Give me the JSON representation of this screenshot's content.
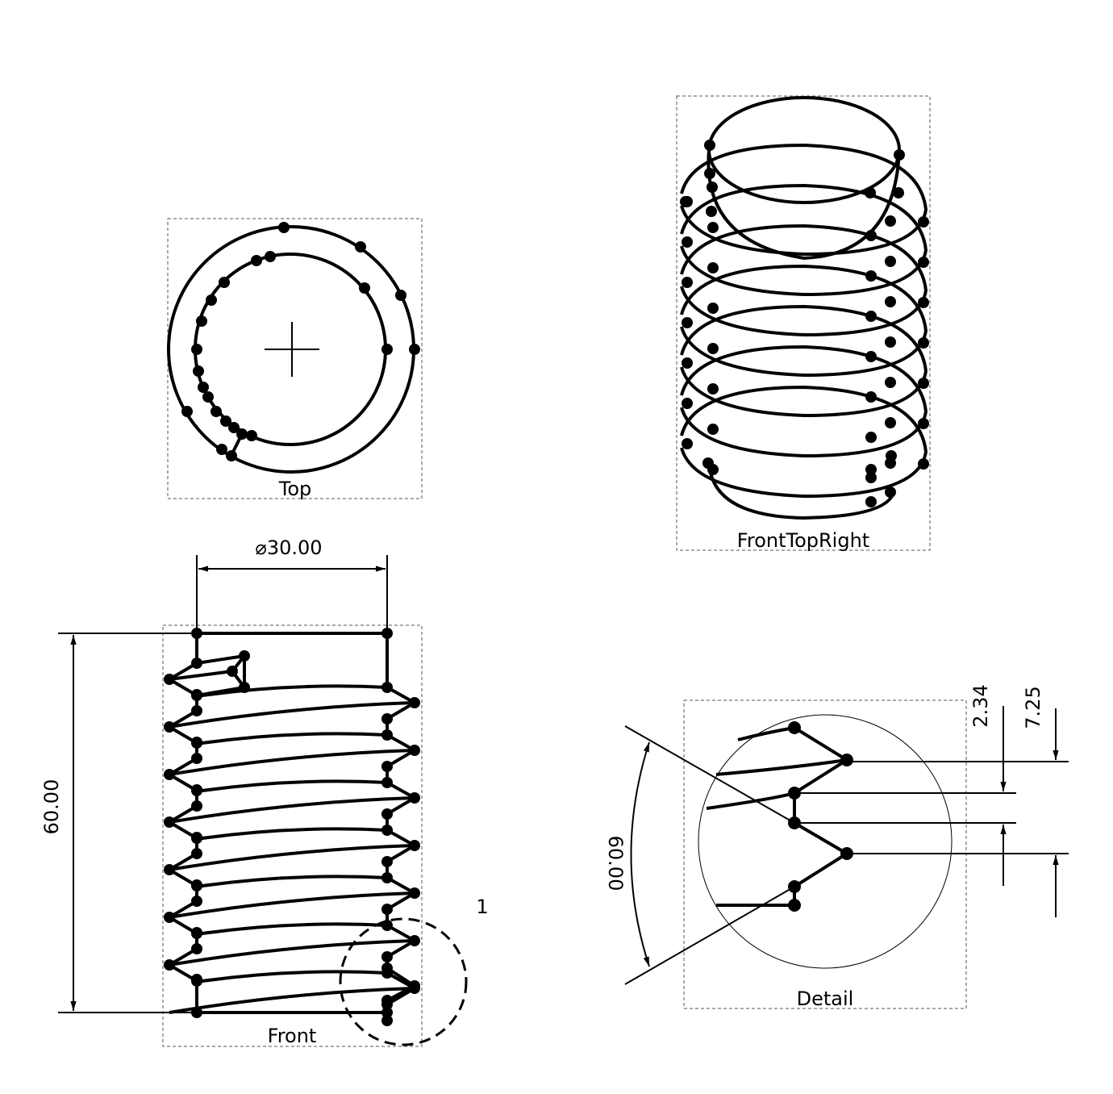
{
  "views": {
    "top": {
      "label": "Top"
    },
    "front_top_right": {
      "label": "FrontTopRight"
    },
    "front": {
      "label": "Front",
      "detail_marker": "1"
    },
    "detail": {
      "label": "Detail"
    }
  },
  "dimensions": {
    "diameter": "⌀30.00",
    "height": "60.00",
    "thread_angle": "60.00",
    "root_width": "2.34",
    "pitch": "7.25"
  },
  "colors": {
    "line": "#000000",
    "frame": "#555555"
  }
}
